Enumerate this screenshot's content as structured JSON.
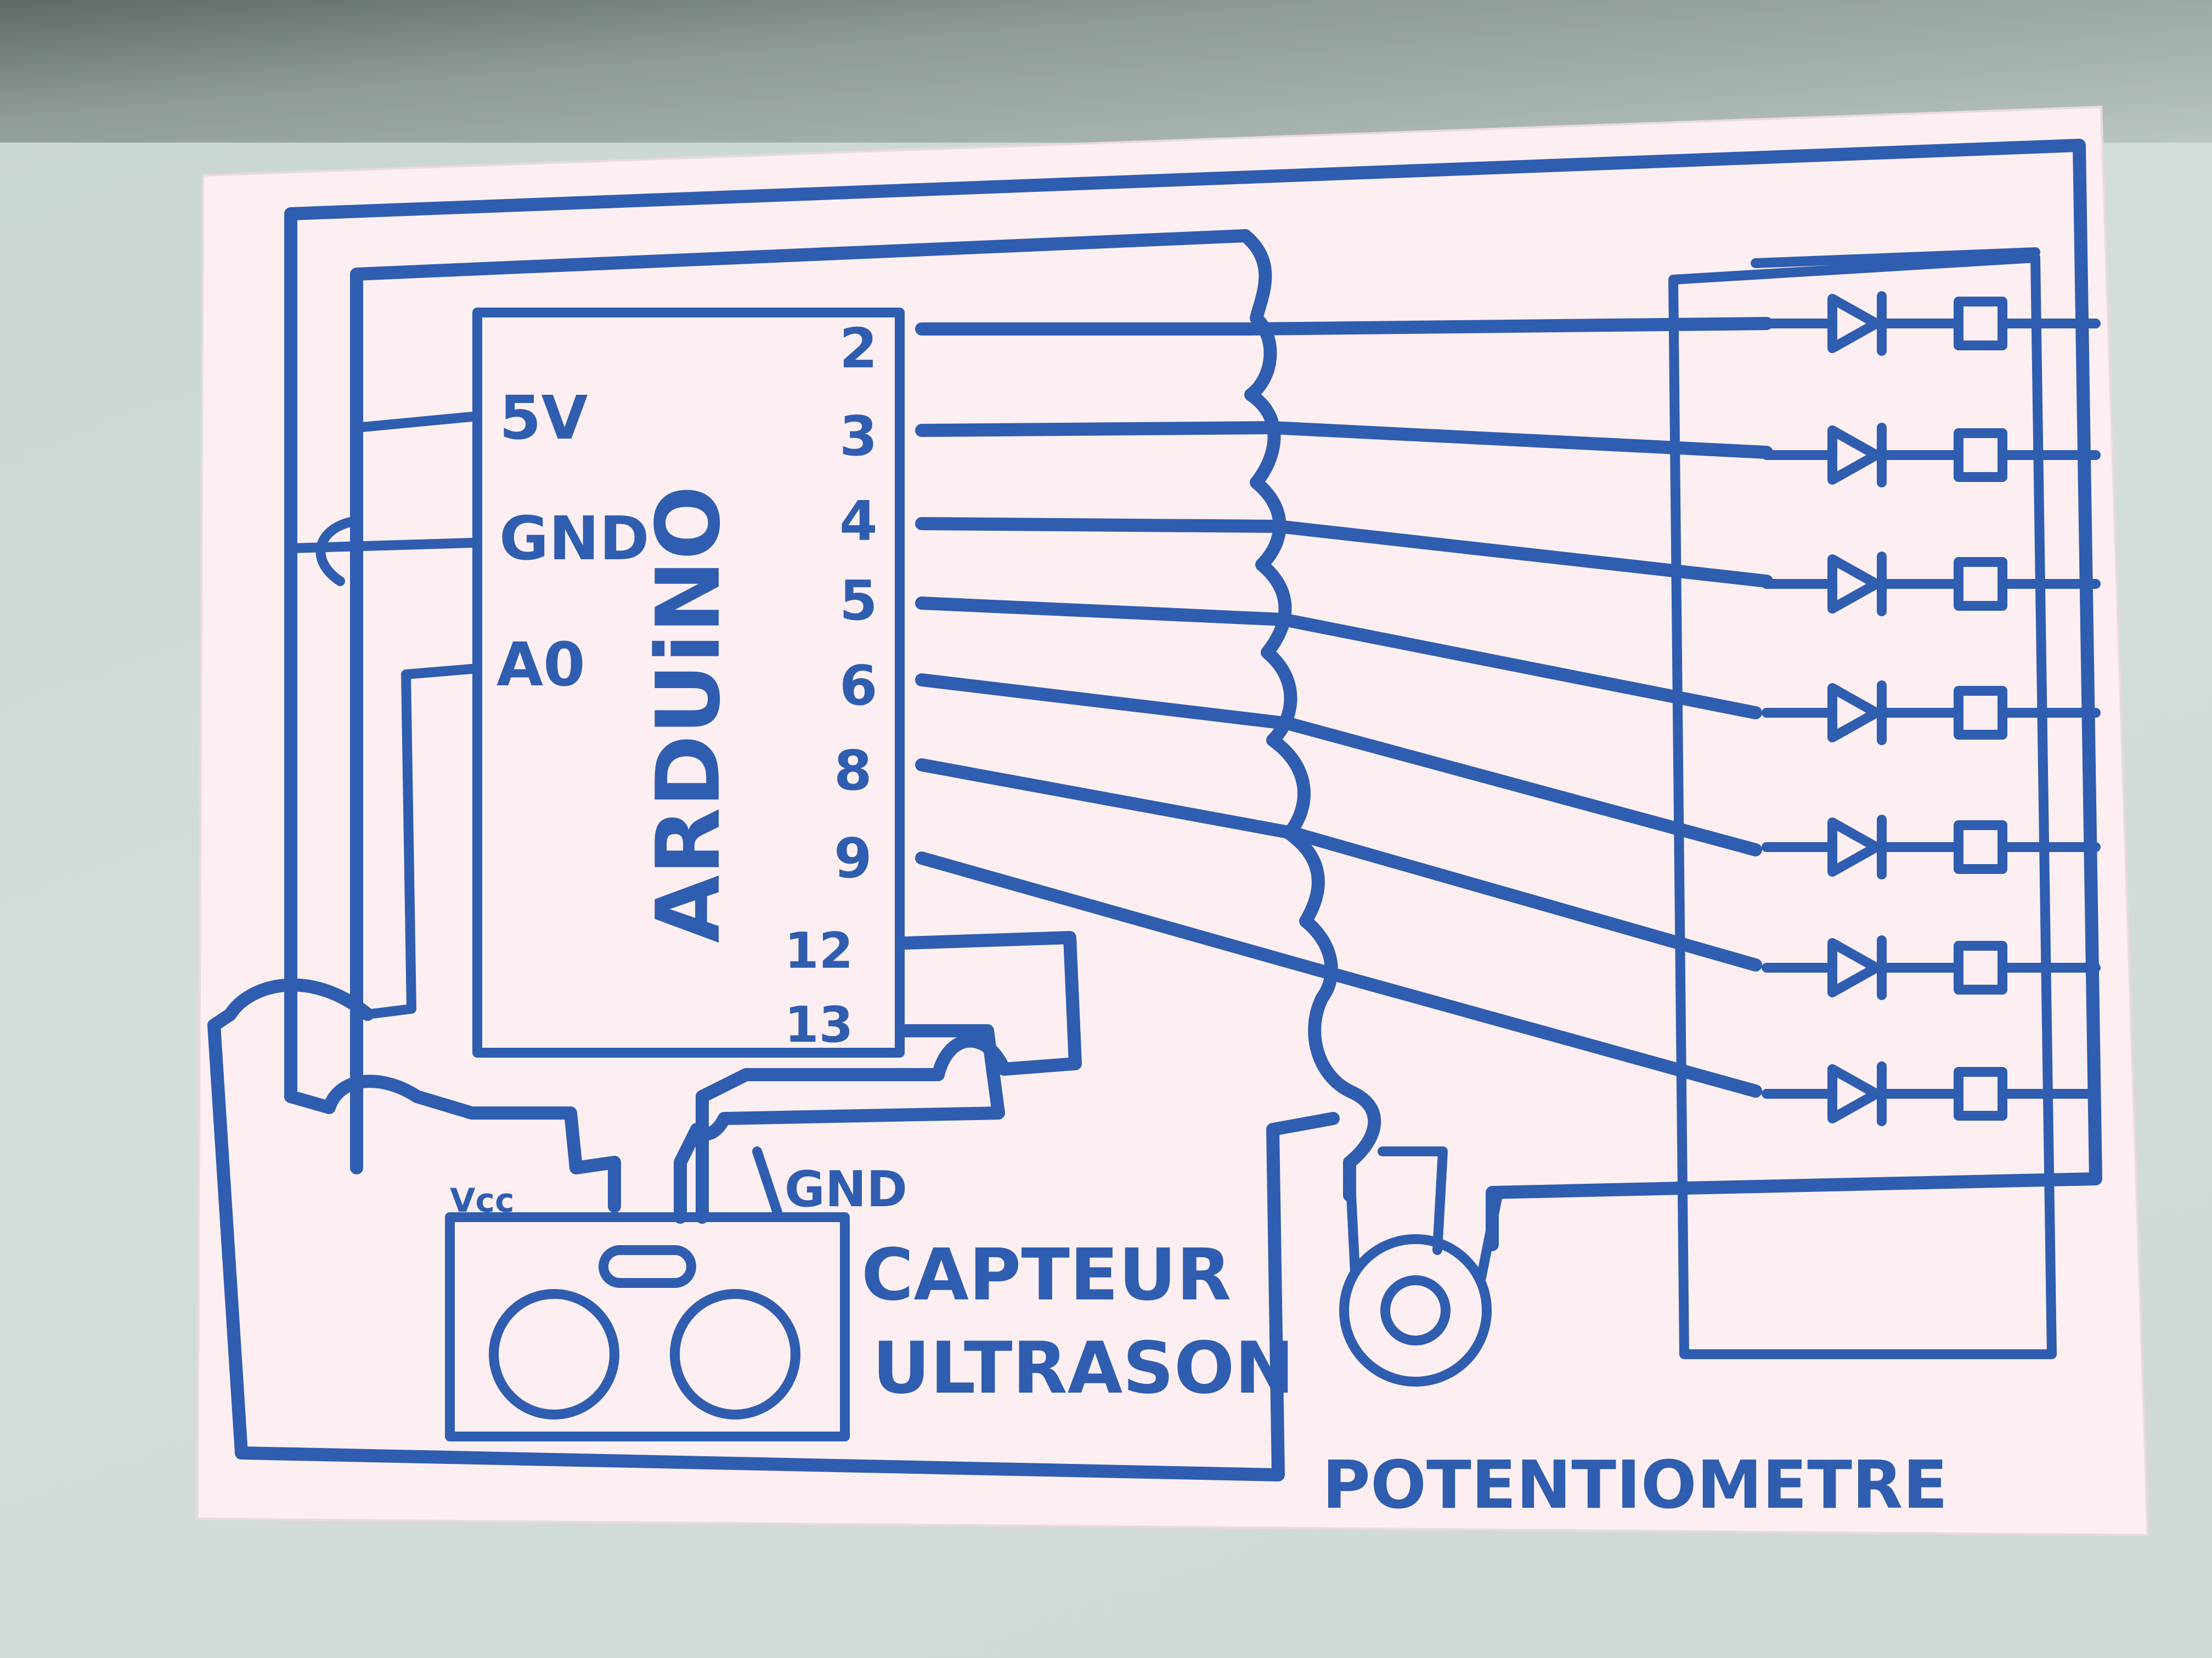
{
  "arduino": {
    "label": "ARDUiNO",
    "left_pins": [
      "5V",
      "GND",
      "A0"
    ],
    "right_pins": [
      "2",
      "3",
      "4",
      "5",
      "6",
      "8",
      "9",
      "12",
      "13"
    ]
  },
  "sensor": {
    "title_line1": "CAPTEUR",
    "title_line2": "ULTRASON",
    "pin_vcc": "Vcc",
    "pin_gnd": "GND"
  },
  "potentiometer": {
    "label": "POTENTIOMETRE"
  },
  "leds": {
    "count": 7
  },
  "colors": {
    "ink": "#2f5db0",
    "paper": "#fbeef0"
  }
}
